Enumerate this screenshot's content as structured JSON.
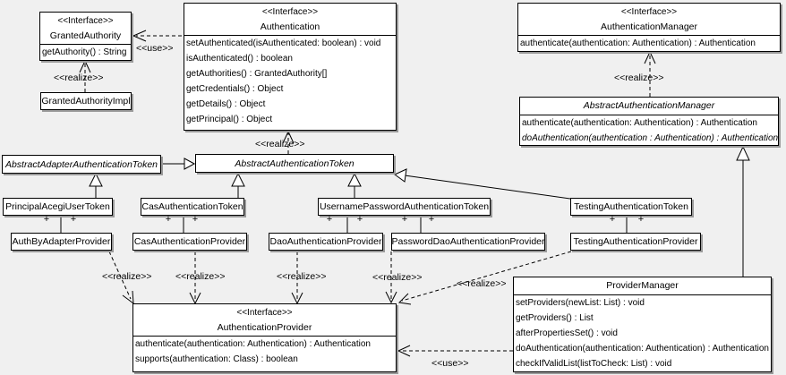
{
  "diagram": {
    "background": "#f0f0f0",
    "box_fill": "#ffffff",
    "line_color": "#000000",
    "shadow_color": "#9a9a9a",
    "labels": {
      "use_top": "<<use>>",
      "use_bottom": "<<use>>",
      "realize_granted_authority": "<<realize>>",
      "realize_authentication": "<<realize>>",
      "realize_authentication_manager": "<<realize>>",
      "realize_auth_by_adapter": "<<realize>>",
      "realize_cas": "<<realize>>",
      "realize_dao": "<<realize>>",
      "realize_password_dao": "<<realize>>",
      "realize_testing": "<<realize>>"
    },
    "plus": [
      "+",
      "+",
      "+",
      "+",
      "+",
      "+",
      "+",
      "+",
      "+",
      "+"
    ]
  },
  "classes": {
    "granted_authority": {
      "stereotype": "<<Interface>>",
      "name": "GrantedAuthority",
      "methods": [
        "getAuthority() : String"
      ]
    },
    "granted_authority_impl": {
      "name": "GrantedAuthorityImpl"
    },
    "authentication": {
      "stereotype": "<<Interface>>",
      "name": "Authentication",
      "methods": [
        "setAuthenticated(isAuthenticated: boolean) : void",
        "isAuthenticated() : boolean",
        "getAuthorities() : GrantedAuthority[]",
        "getCredentials() : Object",
        "getDetails() : Object",
        "getPrincipal() : Object"
      ]
    },
    "authentication_manager": {
      "stereotype": "<<Interface>>",
      "name": "AuthenticationManager",
      "methods": [
        "authenticate(authentication: Authentication) : Authentication"
      ]
    },
    "abstract_authentication_manager": {
      "name": "AbstractAuthenticationManager",
      "methods": [
        "authenticate(authentication: Authentication) : Authentication",
        "doAuthentication(authentication : Authentication) : Authentication"
      ]
    },
    "abstract_adapter_authentication_token": {
      "name": "AbstractAdapterAuthenticationToken"
    },
    "abstract_authentication_token": {
      "name": "AbstractAuthenticationToken"
    },
    "principal_acegi_user_token": {
      "name": "PrincipalAcegiUserToken"
    },
    "cas_authentication_token": {
      "name": "CasAuthenticationToken"
    },
    "username_password_authentication_token": {
      "name": "UsernamePasswordAuthenticationToken"
    },
    "testing_authentication_token": {
      "name": "TestingAuthenticationToken"
    },
    "auth_by_adapter_provider": {
      "name": "AuthByAdapterProvider"
    },
    "cas_authentication_provider": {
      "name": "CasAuthenticationProvider"
    },
    "dao_authentication_provider": {
      "name": "DaoAuthenticationProvider"
    },
    "password_dao_authentication_provider": {
      "name": "PasswordDaoAuthenticationProvider"
    },
    "testing_authentication_provider": {
      "name": "TestingAuthenticationProvider"
    },
    "provider_manager": {
      "name": "ProviderManager",
      "methods": [
        "setProviders(newList: List) : void",
        "getProviders() : List",
        "afterPropertiesSet() : void",
        "doAuthentication(authentication: Authentication) : Authentication",
        "checkIfValidList(listToCheck: List) : void"
      ]
    },
    "authentication_provider": {
      "stereotype": "<<Interface>>",
      "name": "AuthenticationProvider",
      "methods": [
        "authenticate(authentication: Authentication) : Authentication",
        "supports(authentication: Class) : boolean"
      ]
    }
  }
}
